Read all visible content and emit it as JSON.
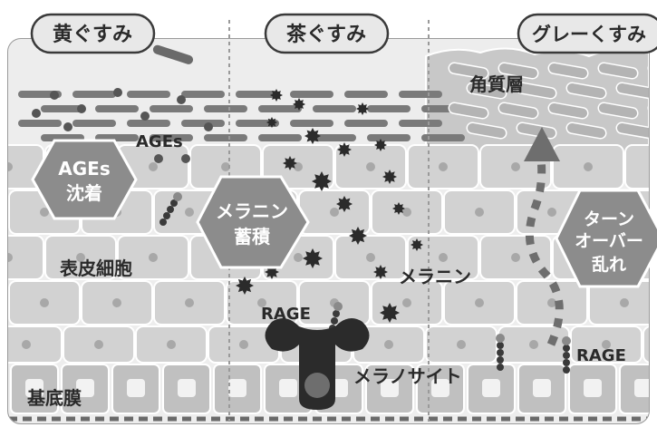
{
  "tabs": [
    {
      "label": "黄ぐすみ"
    },
    {
      "label": "茶ぐすみ"
    },
    {
      "label": "グレーくすみ"
    }
  ],
  "labels": {
    "stratum_corneum": "角質層",
    "ages": "AGEs",
    "ages_hex_line1": "AGEs",
    "ages_hex_line2": "沈着",
    "melanin_hex_line1": "メラニン",
    "melanin_hex_line2": "蓄積",
    "turnover_hex_line1": "ターン",
    "turnover_hex_line2": "オーバー",
    "turnover_hex_line3": "乱れ",
    "epidermal_cells": "表皮細胞",
    "melanin": "メラニン",
    "rage_center": "RAGE",
    "rage_right": "RAGE",
    "melanocyte": "メラノサイト",
    "basement_membrane": "基底膜"
  },
  "colors": {
    "tab_fill": "#e8e8e8",
    "tab_border": "#3a3a3a",
    "cell_fill": "#d2d2d2",
    "cell_border": "#ffffff",
    "background": "#ededed",
    "hex_fill": "#8c8c8c",
    "hex_text": "#ffffff",
    "melanin_dot": "#2b2b2b",
    "ages_dot": "#555555",
    "melanocyte": "#2b2b2b",
    "turnover_arrow": "#6e6e6e"
  }
}
